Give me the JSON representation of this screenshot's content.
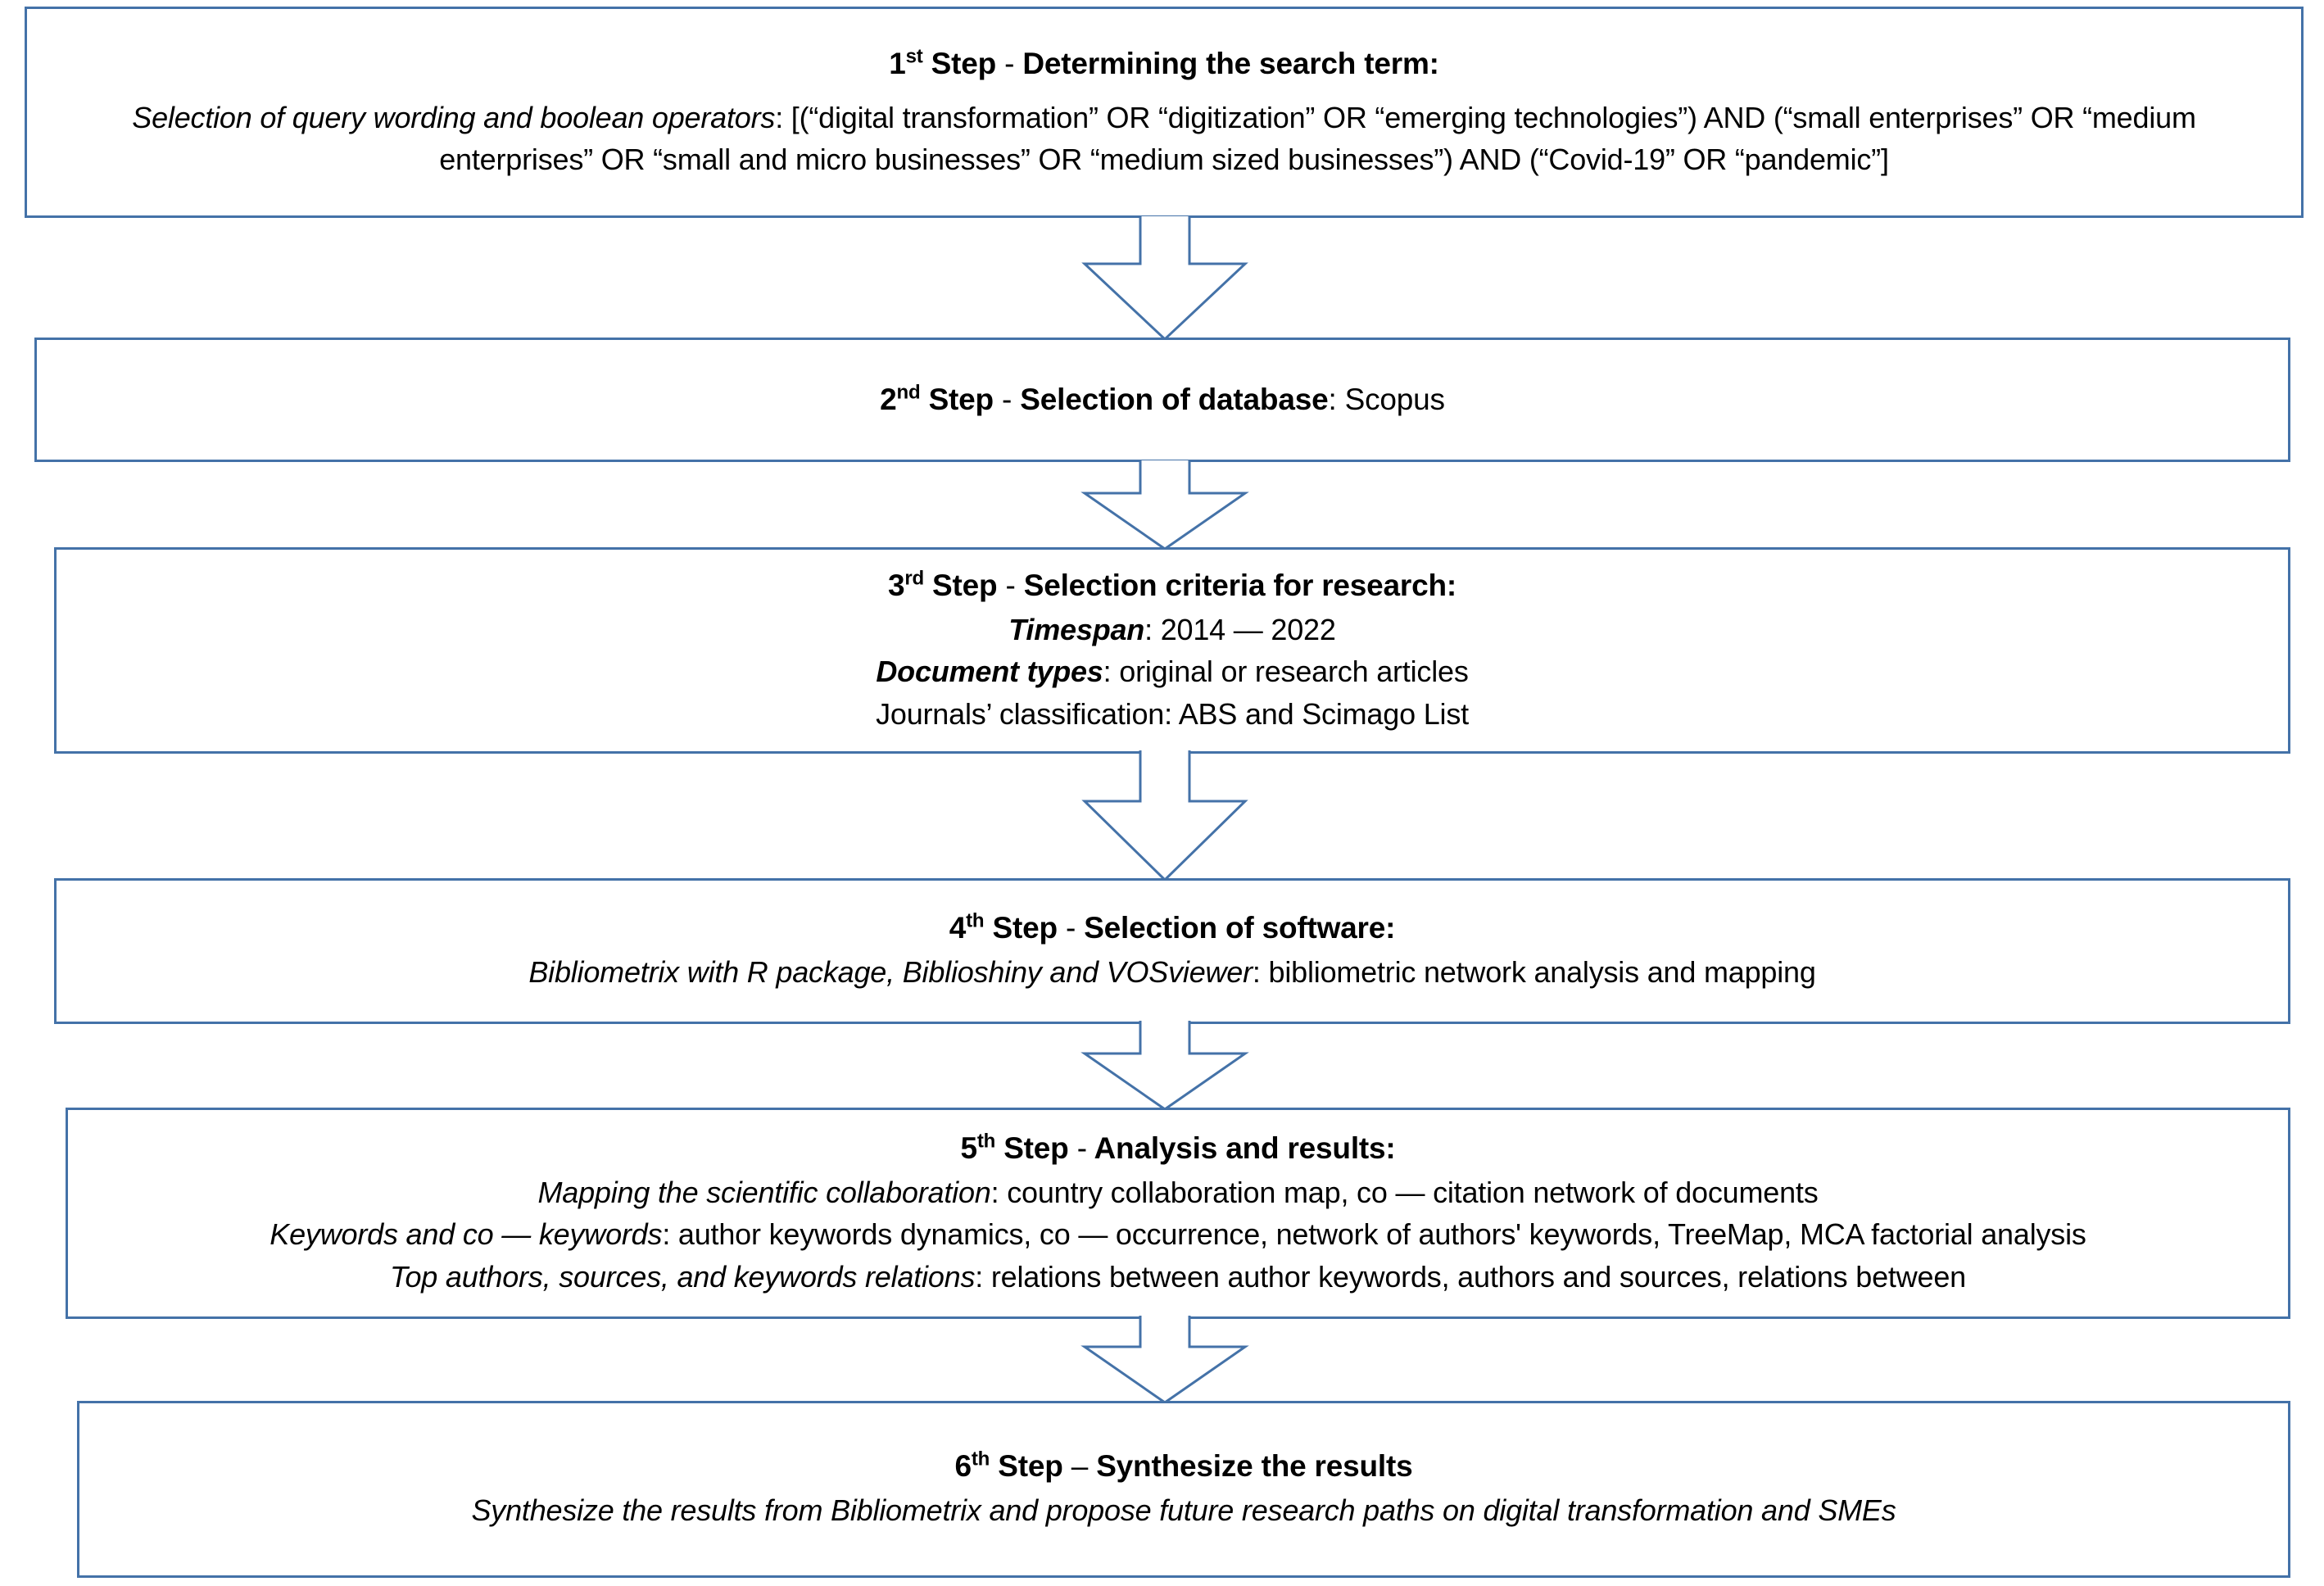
{
  "diagram": {
    "title": "Research methodology steps flowchart",
    "accent_color": "#4472A8",
    "background_color": "#FFFFFF",
    "text_color": "#000000"
  },
  "steps": [
    {
      "id": "step-1",
      "ordinal": "1",
      "ordinal_suffix": "st",
      "step_word": "Step",
      "separator": "-",
      "heading": "Determining the search term:",
      "body_label": "Selection of query wording and boolean operators",
      "body_text": ": [(“digital transformation” OR “digitization” OR “emerging technologies”) AND (“small enterprises” OR “medium enterprises” OR “small and micro businesses” OR “medium sized businesses”) AND (“Covid-19” OR “pandemic”]"
    },
    {
      "id": "step-2",
      "ordinal": "2",
      "ordinal_suffix": "nd",
      "step_word": "Step",
      "separator": "-",
      "heading": "Selection of database",
      "heading_tail": ": Scopus"
    },
    {
      "id": "step-3",
      "ordinal": "3",
      "ordinal_suffix": "rd",
      "step_word": "Step",
      "separator": "-",
      "heading": "Selection criteria for research:",
      "lines": [
        {
          "label": "Timespan",
          "label_style": "italic-bold",
          "text": ": 2014 — 2022"
        },
        {
          "label": "Document types",
          "label_style": "italic-bold",
          "text": ": original or research articles"
        },
        {
          "label": "Journals’ classification",
          "label_style": "plain",
          "text": ": ABS and Scimago List"
        }
      ]
    },
    {
      "id": "step-4",
      "ordinal": "4",
      "ordinal_suffix": "th",
      "step_word": "Step",
      "separator": "-",
      "heading": "Selection of software:",
      "lines": [
        {
          "label": "Bibliometrix with R package, Biblioshiny and VOSviewer",
          "label_style": "italic",
          "text": ": bibliometric network analysis and mapping"
        }
      ]
    },
    {
      "id": "step-5",
      "ordinal": "5",
      "ordinal_suffix": "th",
      "step_word": "Step",
      "separator": "-",
      "heading": "Analysis and results:",
      "lines": [
        {
          "label": "Mapping the scientific collaboration",
          "label_style": "italic",
          "text": ": country collaboration map, co — citation network of documents"
        },
        {
          "label": "Keywords and co — keywords",
          "label_style": "italic",
          "text": ": author keywords dynamics, co — occurrence, network of authors' keywords, TreeMap, MCA factorial analysis"
        },
        {
          "label": "Top authors, sources, and keywords relations",
          "label_style": "italic",
          "text": ": relations between author keywords, authors and sources, relations between"
        }
      ]
    },
    {
      "id": "step-6",
      "ordinal": "6",
      "ordinal_suffix": "th",
      "step_word": "Step",
      "separator": "–",
      "heading": "Synthesize the results",
      "lines": [
        {
          "label": "Synthesize the results from Bibliometrix and propose future research paths on digital transformation and SMEs",
          "label_style": "italic",
          "text": ""
        }
      ]
    }
  ],
  "connectors": [
    {
      "id": "connector-1",
      "from": "step-1",
      "to": "step-2",
      "icon": "down-block-arrow-icon"
    },
    {
      "id": "connector-2",
      "from": "step-2",
      "to": "step-3",
      "icon": "down-block-arrow-icon"
    },
    {
      "id": "connector-3",
      "from": "step-3",
      "to": "step-4",
      "icon": "down-block-arrow-icon"
    },
    {
      "id": "connector-4",
      "from": "step-4",
      "to": "step-5",
      "icon": "down-block-arrow-icon"
    },
    {
      "id": "connector-5",
      "from": "step-5",
      "to": "step-6",
      "icon": "down-block-arrow-icon"
    }
  ]
}
